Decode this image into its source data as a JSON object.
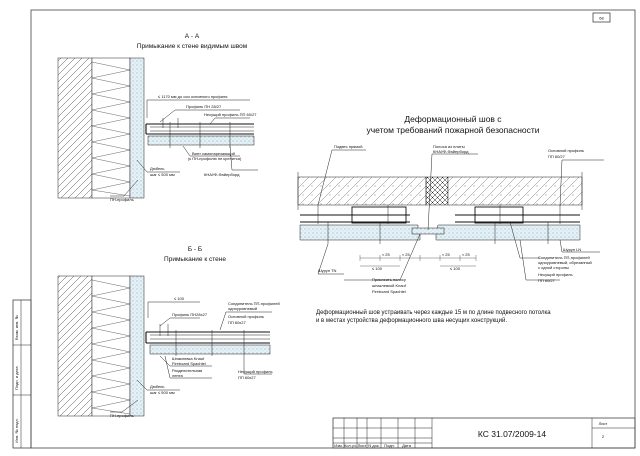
{
  "sheet_number": "68",
  "section_a": {
    "heading": "А - А",
    "subtitle": "Примыкание к стене видимым швом",
    "callouts": {
      "dim_note": "≤ 1170 мм до оси основного профиля",
      "profile_pn": "Профиль ПН 28/27",
      "bearing_profile": "Несущий профиль ПП 60/27",
      "screw": "Винт самонарезающий",
      "screw_note": "(к ПН-профилю не крепится)",
      "board": "КНАУФ-Файерборд",
      "dowel": "Дюбель",
      "dowel_step": "шаг ≤ 500 мм",
      "pn_profile": "ПН-профиль"
    }
  },
  "section_b": {
    "heading": "Б - Б",
    "subtitle": "Примыкание к стене",
    "callouts": {
      "dim": "≤ 100",
      "profile_pn": "Профиль ПН28x27",
      "connector": "Соединитель ПП-профилей",
      "connector_2": "одноуровневый",
      "main_profile": "Основной профиль",
      "main_profile_2": "ПП 60x27",
      "putty": "Шпаклевка Knauf",
      "putty_2": "Fireboard Spachtel",
      "separating": "Разделительная",
      "separating_2": "лента",
      "bearing": "Несущий профиль",
      "bearing_2": "ПП 60x27",
      "dowel": "Дюбель",
      "dowel_step": "шаг ≤ 500 мм",
      "pn_profile": "ПН-профиль"
    }
  },
  "deformation": {
    "heading_1": "Деформационный шов с",
    "heading_2": "учетом требований пожарной безопасности",
    "callouts": {
      "hanger": "Подвес прямой",
      "strip": "Полоса из плиты",
      "strip_2": "КНАУФ-Файерборд",
      "main_profile": "Основной профиль",
      "main_profile_2": "ПП 60/27",
      "screw_ln": "Шуруп LN",
      "screw_tn": "Шуруп TN",
      "glue_strip": "Приклеить полосу",
      "glue_strip_2": "шпаклевкой Knauf",
      "glue_strip_3": "Fireboard Spachtel",
      "connector": "Соединитель ПП-профилей",
      "connector_2": "одноуровневый, обрезанный",
      "connector_3": "с одной стороны",
      "bearing": "Несущий профиль",
      "bearing_2": "ПП 60/27"
    },
    "dims": {
      "d25": "≈ 25",
      "d100": "≤ 100"
    },
    "note_1": "Деформационный шов устраивать через каждые 15 м по длине подвесного потолка",
    "note_2": "и в местах устройства деформационного шва несущих конструкций."
  },
  "side_stamp": {
    "inv_orig": "Инв. № подл.",
    "sign_date": "Подп. и дата",
    "inv_dup": "Взам. инв. №"
  },
  "title_block": {
    "col_izm": "Изм.",
    "col_koluch": "Кол.уч.",
    "col_list": "Лист",
    "col_ndoc": "N док.",
    "col_podp": "Подп.",
    "col_data": "Дата",
    "code": "КС 31.07/2009-14",
    "list_label": "Лист",
    "list_num": "2"
  }
}
